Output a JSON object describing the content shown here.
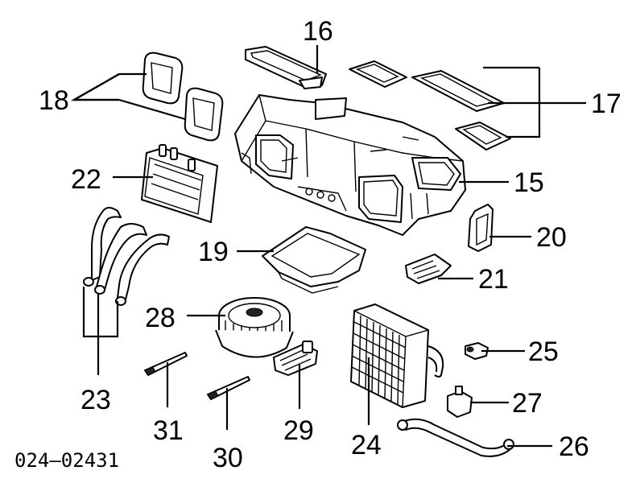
{
  "diagram": {
    "reference_code": "024–02431",
    "callouts": {
      "p15": "15",
      "p16": "16",
      "p17": "17",
      "p18": "18",
      "p19": "19",
      "p20": "20",
      "p21": "21",
      "p22": "22",
      "p23": "23",
      "p24": "24",
      "p25": "25",
      "p26": "26",
      "p27": "27",
      "p28": "28",
      "p29": "29",
      "p30": "30",
      "p31": "31"
    }
  }
}
